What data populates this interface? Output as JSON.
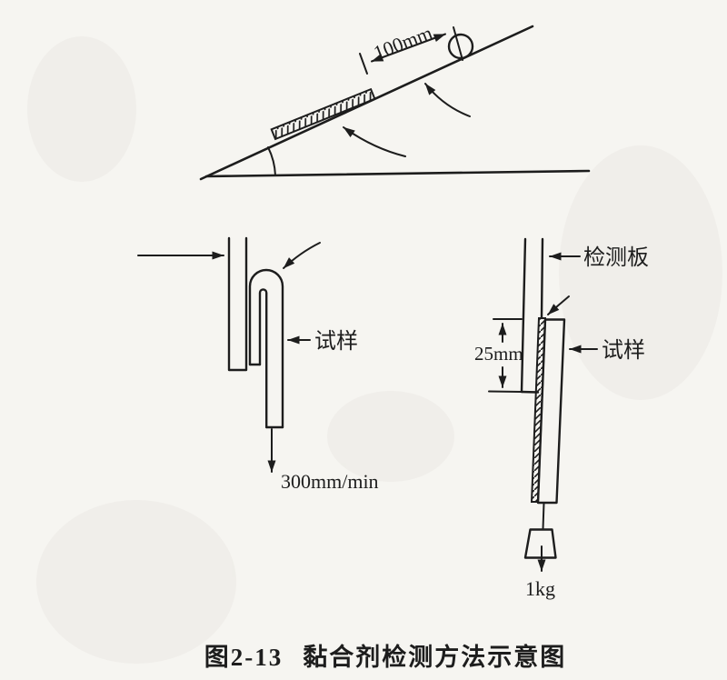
{
  "colors": {
    "paper": "#f6f5f1",
    "ink": "#1d1d1d"
  },
  "caption": {
    "number": "图2-13",
    "title": "黏合剂检测方法示意图"
  },
  "incline_test": {
    "dimension_label": "100mm"
  },
  "peel_test": {
    "specimen_label": "试样",
    "pull_speed_label": "300mm/min"
  },
  "shear_test": {
    "plate_label": "检测板",
    "specimen_label": "试样",
    "overlap_label": "25mm",
    "weight_label": "1kg"
  }
}
